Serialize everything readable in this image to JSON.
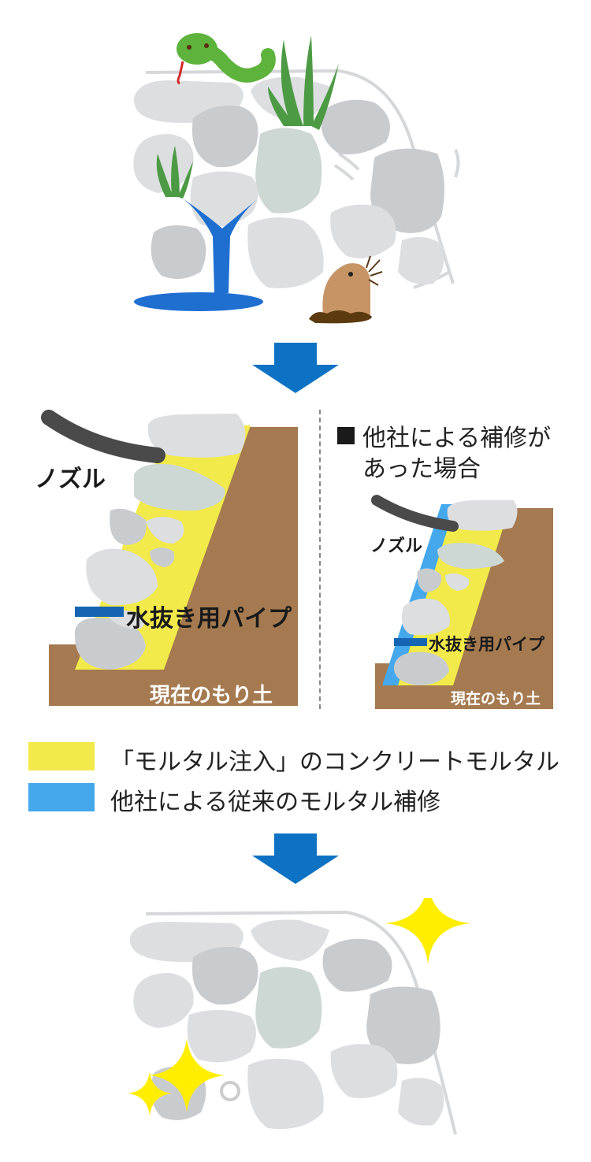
{
  "colors": {
    "stone_light": "#dcdee0",
    "stone_mid": "#c9ccce",
    "stone_green": "#cdd7d4",
    "soil": "#a57a50",
    "mortar_new": "#f2ea4a",
    "mortar_old": "#45a8ec",
    "water": "#1f6fd1",
    "arrow": "#0d72c3",
    "nozzle": "#4a4a4a",
    "pipe": "#1565b3",
    "snake": "#5db33c",
    "grass": "#4d9a45",
    "mole": "#c79466",
    "sparkle": "#ffee00"
  },
  "diagram": {
    "left_panel": {
      "nozzle_label": "ノズル",
      "pipe_label": "水抜き用パイプ",
      "soil_label": "現在のもり土"
    },
    "right_panel": {
      "note_line1": "他社による補修が",
      "note_line2": "あった場合",
      "nozzle_label": "ノズル",
      "pipe_label": "水抜き用パイプ",
      "soil_label": "現在のもり土"
    },
    "legend": [
      {
        "label": "「モルタル注入」のコンクリートモルタル",
        "color": "#f2ea4a"
      },
      {
        "label": "他社による従来のモルタル補修",
        "color": "#45a8ec"
      }
    ]
  },
  "icons": [
    "snake-icon",
    "grass-icon",
    "mole-icon",
    "water-icon",
    "down-arrow-icon",
    "sparkle-icon",
    "nozzle-icon"
  ]
}
